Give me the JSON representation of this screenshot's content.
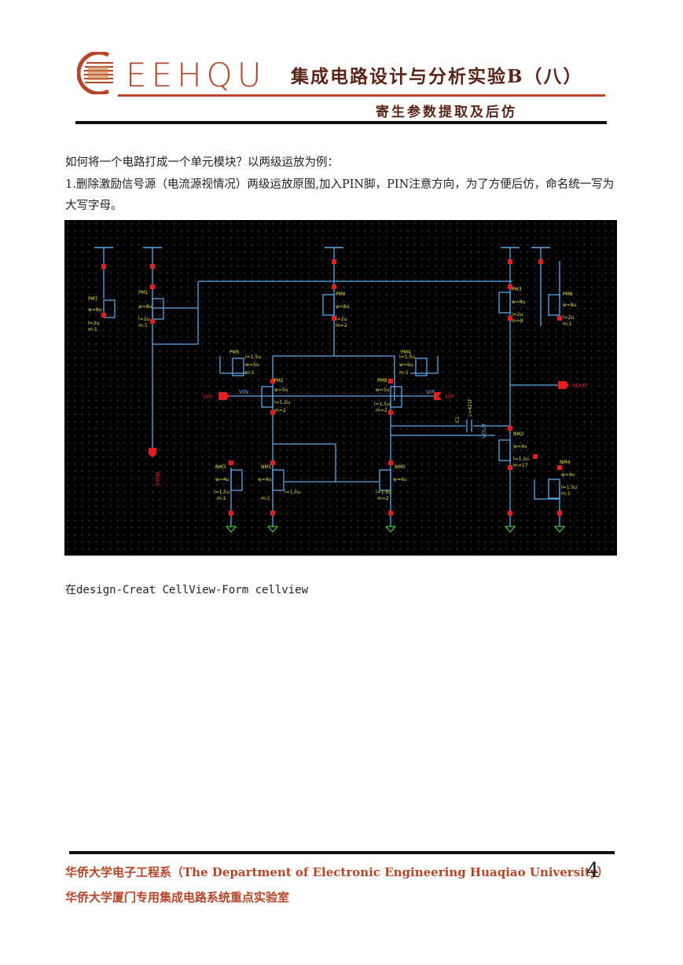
{
  "header": {
    "logo_text": "EEHQU",
    "title": "集成电路设计与分析实验B（八）",
    "subtitle": "寄生参数提取及后仿"
  },
  "body": {
    "p1": "如何将一个电路打成一个单元模块？以两级运放为例：",
    "p2": "1.删除激励信号源（电流源视情况）两级运放原图,加入PIN脚，PIN注意方向，为了方便后仿，命名统一写为大写字母。",
    "p3": "在design-Creat CellView-Form cellview"
  },
  "schematic": {
    "pins": {
      "vin": "VIN",
      "vip": "VIP",
      "vout": "VOUT",
      "ibias": "IBIAS",
      "vout_net": "VOUT"
    },
    "net_labels": {
      "vin": "VIN",
      "vip": "VIP"
    },
    "transistors": [
      {
        "name": "PM7",
        "model": "mp",
        "w": "w=8u",
        "l": "l=2u",
        "m": "m:1"
      },
      {
        "name": "PM1",
        "model": "mp",
        "w": "w=8u",
        "l": "l=2u",
        "m": "m:1"
      },
      {
        "name": "PM0",
        "model": "mp",
        "w": "w=8u",
        "l": "l=2u",
        "m": "m=2"
      },
      {
        "name": "PM3",
        "model": "mp",
        "w": "w=8u",
        "l": "l=2u",
        "m": "m=8"
      },
      {
        "name": "PM8",
        "model": "mp",
        "w": "w=8u",
        "l": "l=2u",
        "m": "m:1"
      },
      {
        "name": "PM5",
        "model": "mp",
        "w": "w=5u",
        "l": "l=1.5u",
        "m": "m:1"
      },
      {
        "name": "PM4",
        "model": "mp",
        "w": "w=5u",
        "l": "l=1.5u",
        "m": "m:1"
      },
      {
        "name": "PM2",
        "model": "mp",
        "w": "w=5u",
        "l": "l=1.5u",
        "m": "m=2"
      },
      {
        "name": "PM6",
        "model": "mp",
        "w": "w=5u",
        "l": "l=1.5u",
        "m": "m=2"
      },
      {
        "name": "NM3",
        "model": "mn",
        "w": "w=4u",
        "l": "l=1.5u",
        "m": "m:1"
      },
      {
        "name": "NM1",
        "model": "mn",
        "w": "w=4u",
        "l": "l=1.5u",
        "m": "m:1"
      },
      {
        "name": "NM0",
        "model": "mn",
        "w": "w=4u",
        "l": "l=1.5u",
        "m": "m=2"
      },
      {
        "name": "NM2",
        "model": "mn",
        "w": "w=4u",
        "l": "l=1.0u",
        "m": "m=17"
      },
      {
        "name": "NM4",
        "model": "mn",
        "w": "w=4u",
        "l": "l=1.5u",
        "m": "m:1"
      }
    ],
    "capacitor": {
      "name": "C1",
      "value": "c=421f"
    }
  },
  "footer": {
    "line1_cn": "华侨大学电子工程系（",
    "line1_en": "The Department of Electronic Engineering Huaqiao University",
    "line1_end": "）",
    "page_number": "4",
    "line2": "华侨大学厦门专用集成电路系统重点实验室"
  },
  "colors": {
    "brand": "#b5462a",
    "wire": "#5aa8e6",
    "pin": "#e02020",
    "label": "#e8e030"
  }
}
